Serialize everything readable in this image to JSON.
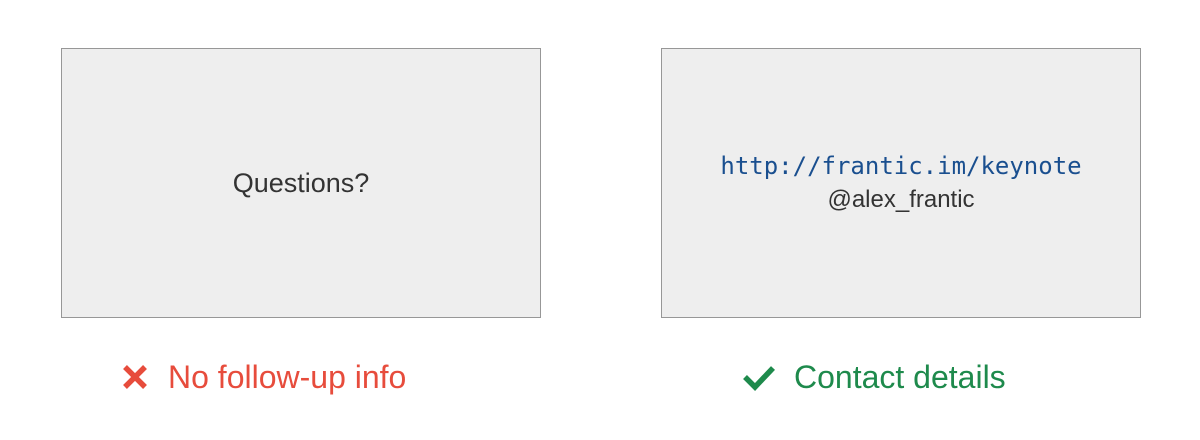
{
  "bad_example": {
    "slide_text": "Questions?",
    "caption": "No follow-up info",
    "icon": "cross-icon",
    "color": "#e74c3c"
  },
  "good_example": {
    "url": "http://frantic.im/keynote",
    "handle": "@alex_frantic",
    "caption": "Contact details",
    "icon": "checkmark-icon",
    "color": "#1e8a4c",
    "url_color": "#1a4f8f"
  }
}
